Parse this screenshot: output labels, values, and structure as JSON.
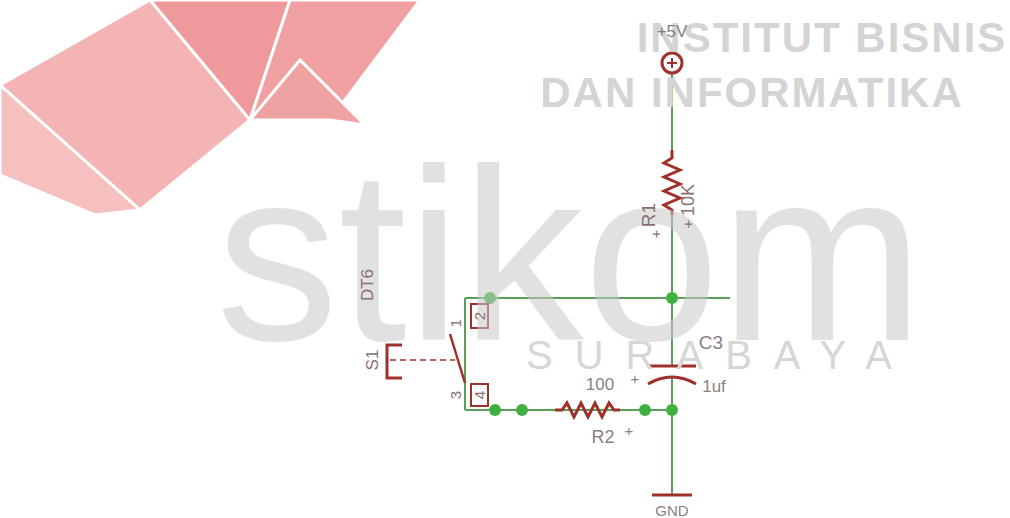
{
  "diagram": {
    "labels": [
      "INSTITUT BISNIS",
      "DAN INFORMATIKA",
      "stikom",
      "SURABAYA",
      "+5V",
      "R1",
      "10K",
      "+",
      "+",
      "DT6",
      "1",
      "2",
      "3",
      "4",
      "S1",
      "C3",
      "100",
      "+",
      "1uf",
      "R2",
      "+",
      "GND"
    ]
  }
}
